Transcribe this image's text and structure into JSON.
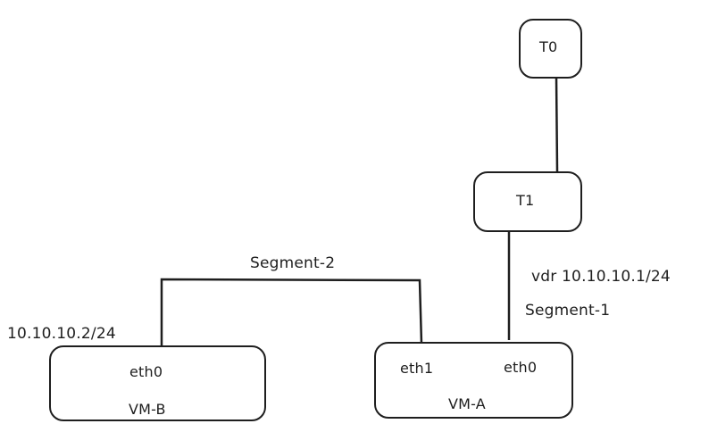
{
  "diagram": {
    "stroke_color": "#1e1e1e",
    "background": "#ffffff",
    "nodes": {
      "t0": {
        "label": "T0"
      },
      "t1": {
        "label": "T1"
      },
      "vm_b": {
        "label": "VM-B",
        "interfaces": [
          "eth0"
        ]
      },
      "vm_a": {
        "label": "VM-A",
        "interfaces": [
          "eth1",
          "eth0"
        ]
      }
    },
    "annotations": {
      "segment_2": "Segment-2",
      "segment_1": "Segment-1",
      "vdr_ip": "vdr 10.10.10.1/24",
      "vm_b_ip": "10.10.10.2/24"
    },
    "edges": [
      {
        "from": "T0",
        "to": "T1"
      },
      {
        "from": "T1",
        "to": "VM-A eth0",
        "label": "Segment-1"
      },
      {
        "from": "VM-B eth0",
        "to": "VM-A eth1",
        "label": "Segment-2"
      }
    ]
  }
}
